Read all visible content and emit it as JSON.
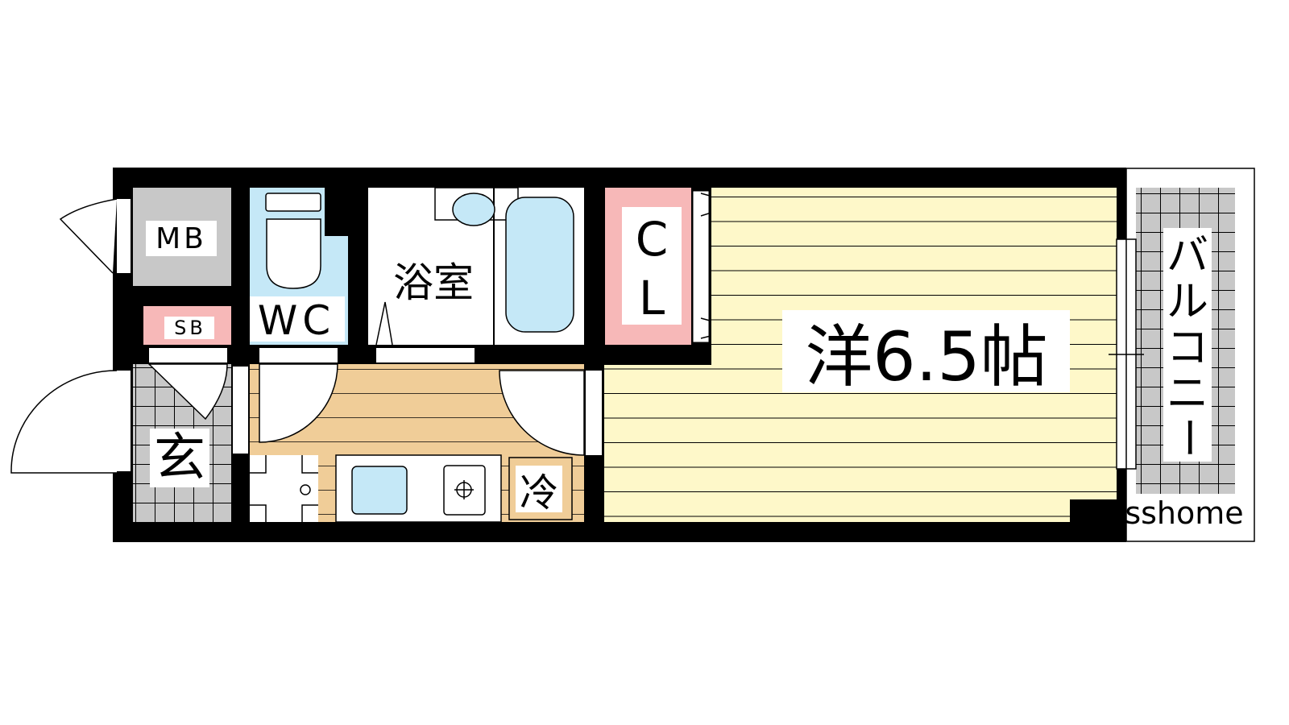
{
  "rooms": {
    "mb": "MB",
    "sb": "SB",
    "wc": "WC",
    "bath": "浴室",
    "closet_c": "C",
    "closet_l": "L",
    "western": "洋6.5帖",
    "genkan": "玄",
    "fridge": "冷",
    "balcony": [
      "バ",
      "ル",
      "コ",
      "ニ",
      "ー"
    ]
  },
  "watermark": "sshome",
  "colors": {
    "wall": "#000000",
    "storage_gray": "#c8c8c8",
    "shoe_box_pink": "#f7b8b8",
    "water_blue": "#c5e8f7",
    "western_yellow": "#fef8c9",
    "kitchen_tan": "#f0cd98"
  }
}
